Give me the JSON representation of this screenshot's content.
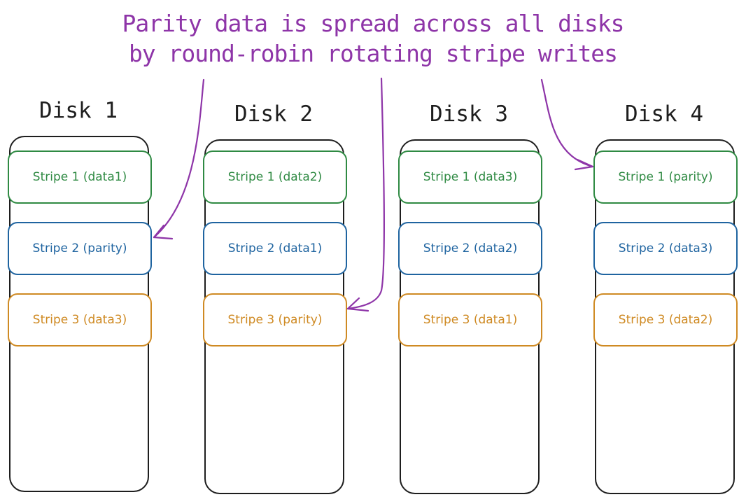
{
  "caption": {
    "line1": "Parity data is spread across all disks",
    "line2": "by round-robin rotating stripe writes"
  },
  "colors": {
    "stripe1": "#2f8a43",
    "stripe2": "#1f64a0",
    "stripe3": "#cf8a23",
    "annotation": "#8e35a8",
    "disk_border": "#1e1e1e"
  },
  "disks": [
    {
      "title": "Disk 1",
      "stripes": [
        {
          "label": "Stripe 1 (data1)"
        },
        {
          "label": "Stripe 2 (parity)"
        },
        {
          "label": "Stripe 3 (data3)"
        }
      ]
    },
    {
      "title": "Disk 2",
      "stripes": [
        {
          "label": "Stripe 1 (data2)"
        },
        {
          "label": "Stripe 2 (data1)"
        },
        {
          "label": "Stripe 3 (parity)"
        }
      ]
    },
    {
      "title": "Disk 3",
      "stripes": [
        {
          "label": "Stripe 1 (data3)"
        },
        {
          "label": "Stripe 2 (data2)"
        },
        {
          "label": "Stripe 3 (data1)"
        }
      ]
    },
    {
      "title": "Disk 4",
      "stripes": [
        {
          "label": "Stripe 1 (parity)"
        },
        {
          "label": "Stripe 2 (data3)"
        },
        {
          "label": "Stripe 3 (data2)"
        }
      ]
    }
  ]
}
